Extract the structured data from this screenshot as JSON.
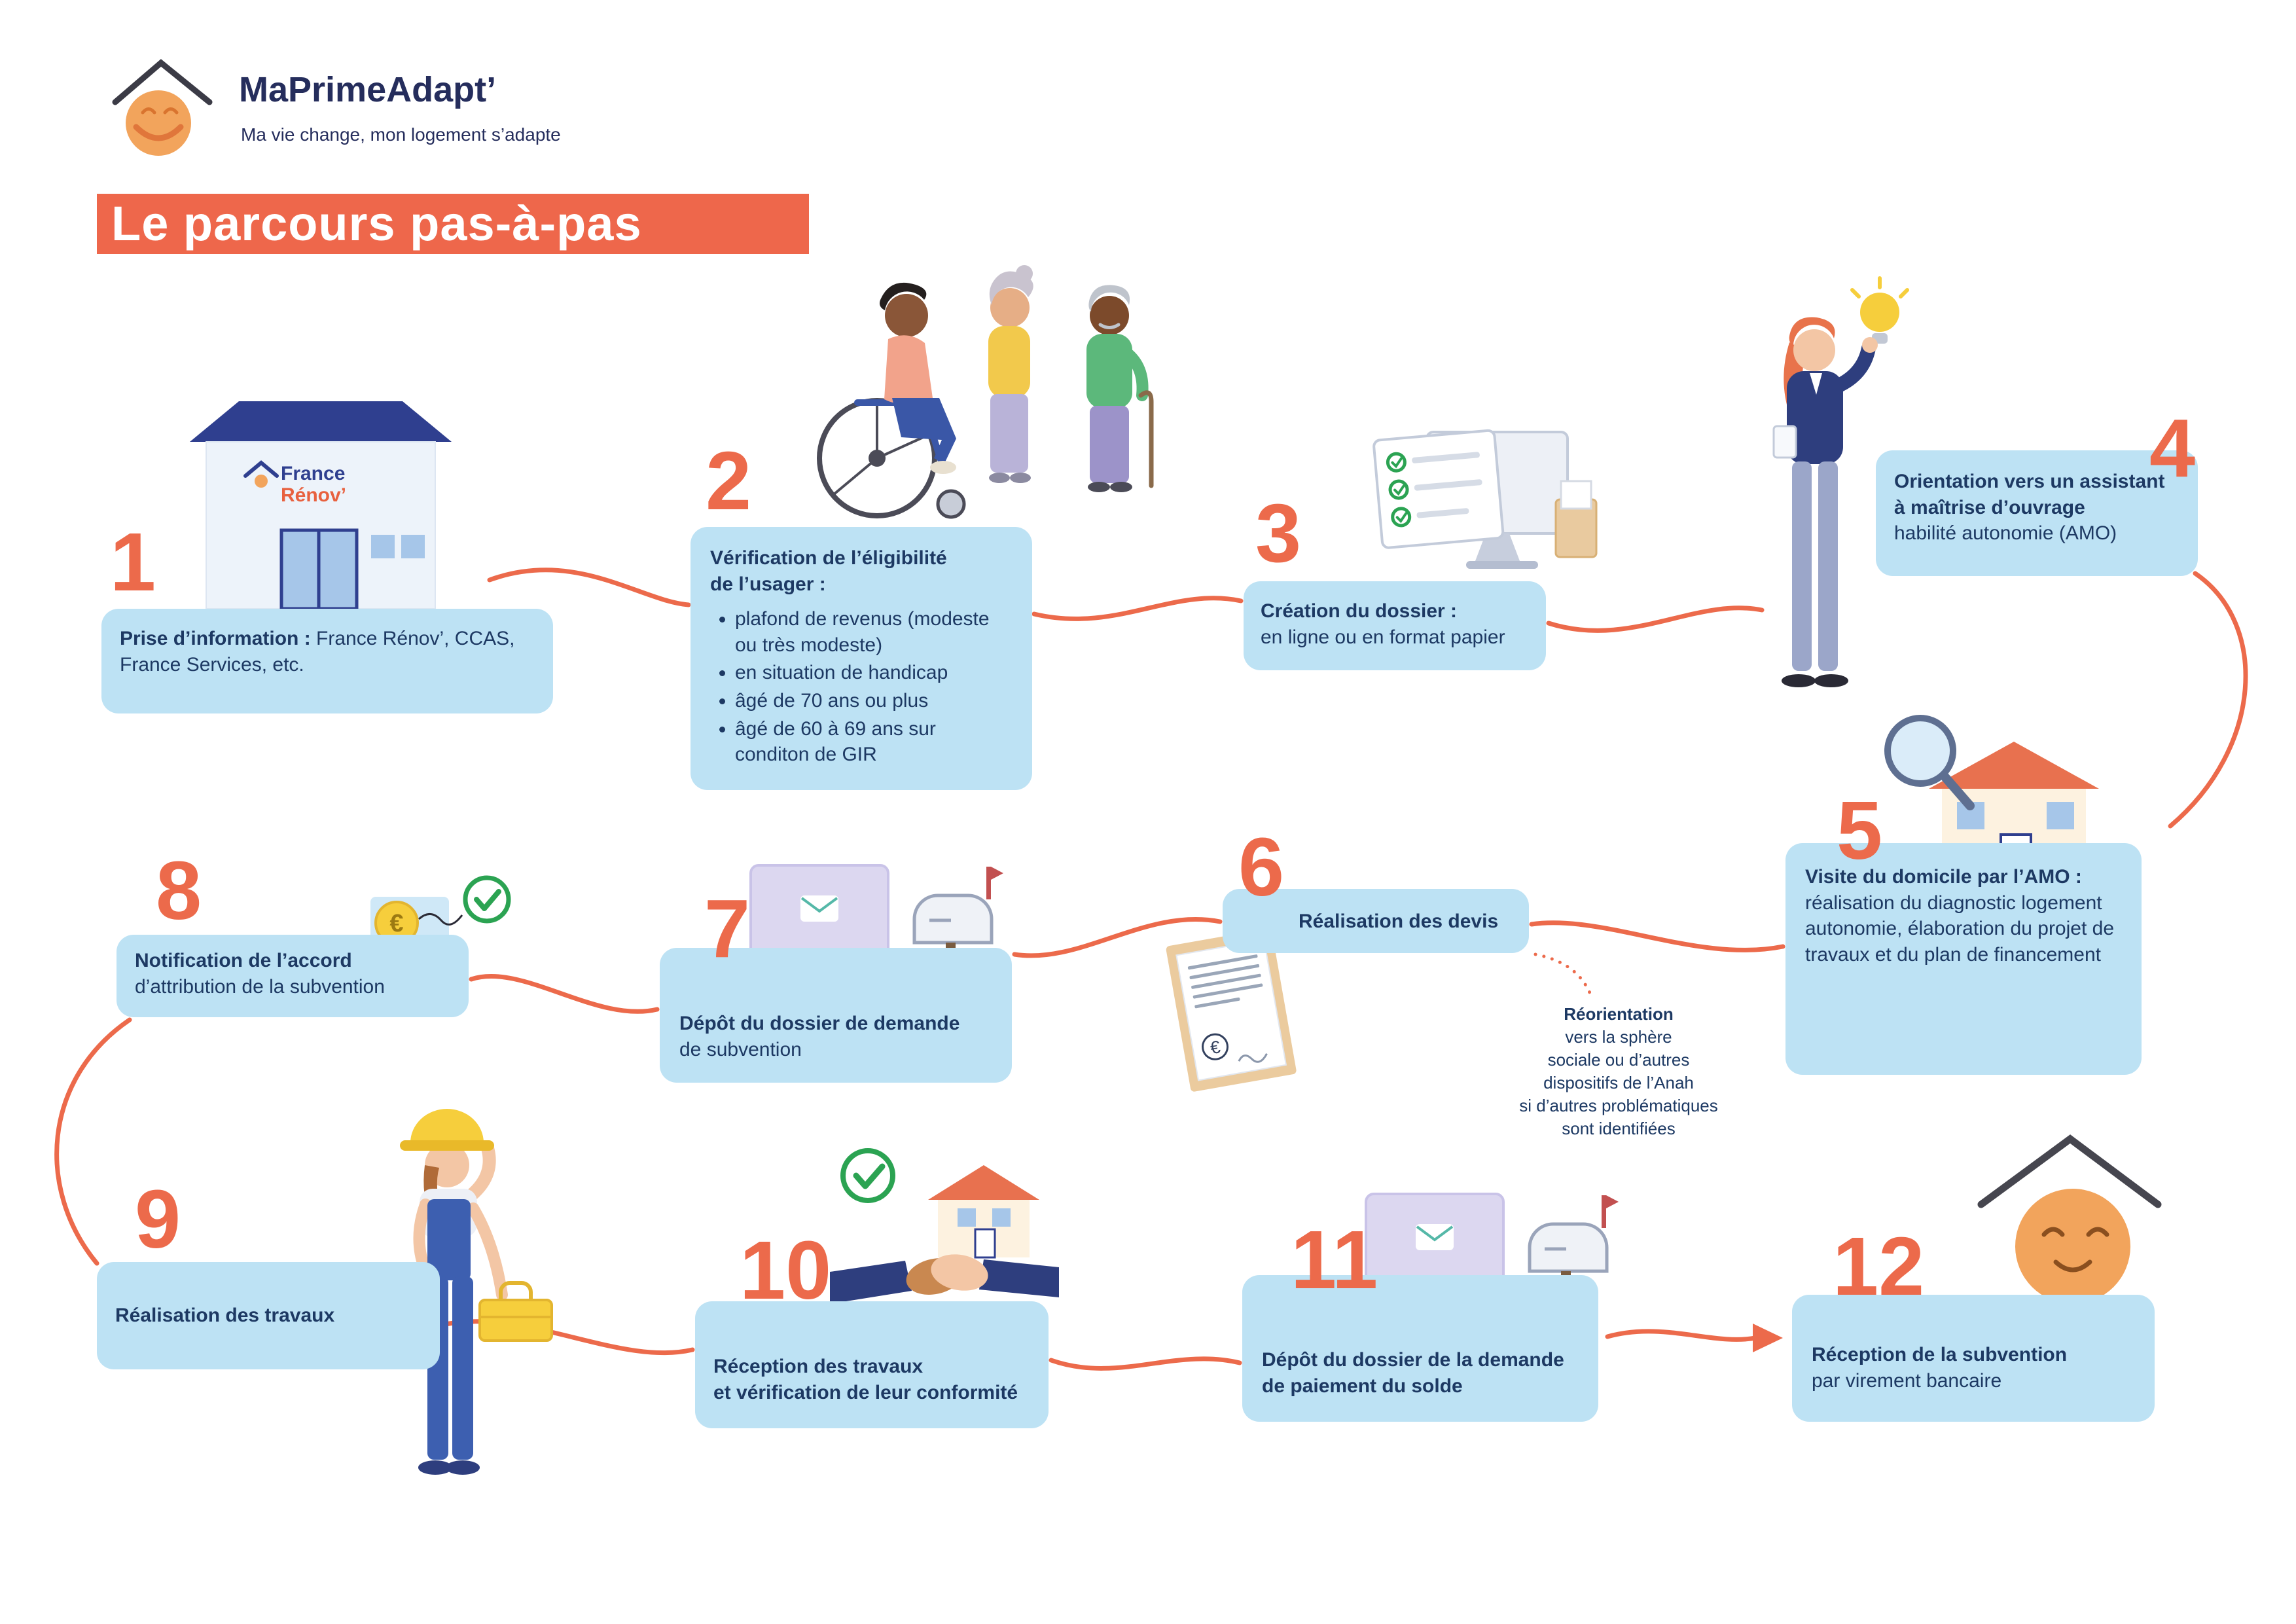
{
  "logo": {
    "name": "MaPrimeAdapt’",
    "tagline": "Ma vie change, mon logement s’adapte"
  },
  "title": "Le parcours pas-à-pas",
  "building": {
    "line1": "France",
    "line2": "Rénov’"
  },
  "icons": {
    "euro": "€"
  },
  "colors": {
    "accent": "#EC6A4B",
    "box_blue": "#BDE2F4",
    "navy_text": "#1D3963",
    "green_check": "#2BA352",
    "yellow": "#F6CE3C"
  },
  "steps": [
    {
      "number": "1",
      "bold1": "Prise d’information :",
      "text": "France Rénov’, CCAS, France Services, etc."
    },
    {
      "number": "2",
      "bold1": "Vérification de l’éligibilité",
      "bold2": "de l’usager :",
      "bullets": [
        "plafond de revenus (modeste ou très modeste)",
        "en situation de handicap",
        "âgé de 70 ans ou plus",
        "âgé de 60 à 69 ans sur conditon de GIR"
      ]
    },
    {
      "number": "3",
      "bold1": "Création du dossier :",
      "text": "en ligne ou en format papier"
    },
    {
      "number": "4",
      "bold1": "Orientation vers un assistant",
      "bold2": "à maîtrise d’ouvrage",
      "text": "habilité autonomie (AMO)"
    },
    {
      "number": "5",
      "bold1": "Visite du domicile par l’AMO :",
      "text": "réalisation du diagnostic logement autonomie, élaboration du projet de travaux et du plan de financement"
    },
    {
      "number": "6",
      "bold1": "Réalisation des devis"
    },
    {
      "number": "7",
      "bold1": "Dépôt du dossier de demande",
      "text": "de subvention"
    },
    {
      "number": "8",
      "bold1": "Notification de l’accord",
      "text": "d’attribution de la subvention"
    },
    {
      "number": "9",
      "bold1": "Réalisation des travaux"
    },
    {
      "number": "10",
      "bold1": "Réception des travaux",
      "bold2": "et vérification de leur conformité"
    },
    {
      "number": "11",
      "bold1": "Dépôt du dossier de la demande",
      "bold2": "de paiement du solde"
    },
    {
      "number": "12",
      "bold1": "Réception de la subvention",
      "text": "par virement bancaire"
    }
  ],
  "reorientation": {
    "title": "Réorientation",
    "lines": [
      "vers la sphère",
      "sociale ou d’autres",
      "dispositifs de l’Anah",
      "si d’autres problématiques",
      "sont identifiées"
    ]
  }
}
